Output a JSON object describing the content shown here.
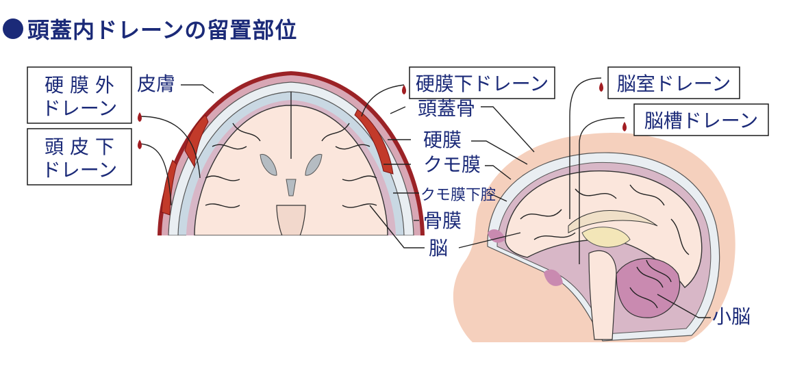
{
  "title": "頭蓋内ドレーンの留置部位",
  "labels": {
    "epidural_line1": "硬 膜 外",
    "epidural_line2": "ドレーン",
    "subcutaneous_line1": "頭 皮 下",
    "subcutaneous_line2": "ドレーン",
    "skin": "皮膚",
    "subdural": "硬膜下ドレーン",
    "skull": "頭蓋骨",
    "dura": "硬膜",
    "arachnoid": "クモ膜",
    "subarachnoid": "クモ膜下腔",
    "periosteum": "骨膜",
    "brain": "脳",
    "ventricular": "脳室ドレーン",
    "cisternal": "脳槽ドレーン",
    "cerebellum": "小脳"
  },
  "colors": {
    "title": "#1b2a78",
    "label": "#1b2a78",
    "skin_bg": "#f5d0bd",
    "brain": "#fbe6dc",
    "membrane": "#c9d8e3",
    "bone": "#e9eef2",
    "dura_red": "#9b2226",
    "hematoma": "#c23a2a",
    "cerebellum": "#c98ab0",
    "drop": "#a11d22"
  }
}
